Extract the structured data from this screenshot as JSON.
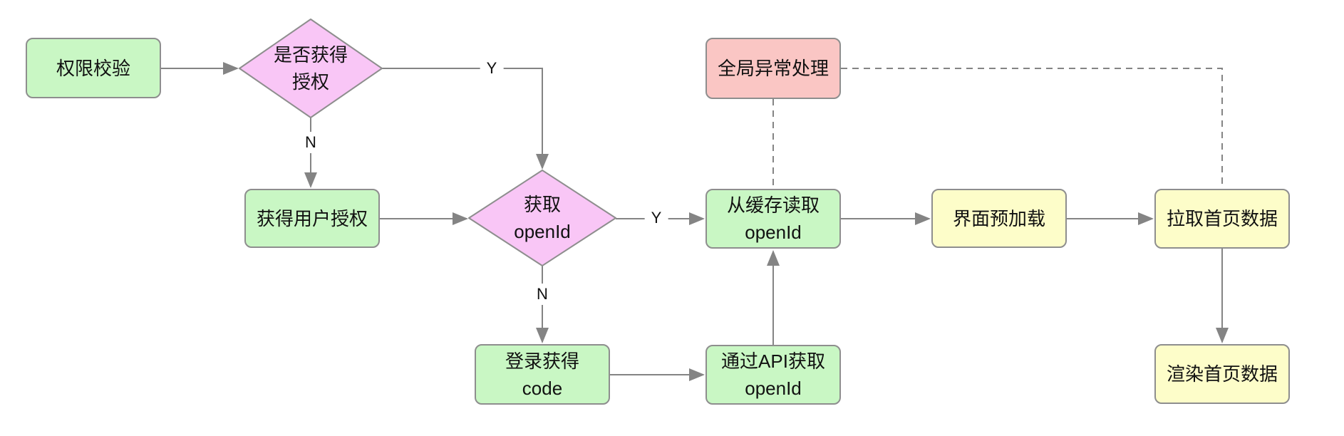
{
  "colors": {
    "process_green": "#c9f7c4",
    "decision_pink": "#f9c6f6",
    "exception_red": "#fac6c4",
    "stage_yellow": "#fdfdc9",
    "border_gray": "#8e8e8e",
    "connector_gray": "#848484"
  },
  "nodes": {
    "permission_check": {
      "label": "权限校验"
    },
    "has_auth_decision": {
      "line1": "是否获得",
      "line2": "授权"
    },
    "get_user_auth": {
      "label": "获得用户授权"
    },
    "get_openid_decision": {
      "line1": "获取",
      "line2": "openId"
    },
    "read_openid_from_cache": {
      "line1": "从缓存读取",
      "line2": "openId"
    },
    "login_get_code": {
      "line1": "登录获得",
      "line2": "code"
    },
    "get_openid_via_api": {
      "line1": "通过API获取",
      "line2": "openId"
    },
    "global_exception_handler": {
      "label": "全局异常处理"
    },
    "ui_preload": {
      "label": "界面预加载"
    },
    "fetch_home_data": {
      "label": "拉取首页数据"
    },
    "render_home_data": {
      "label": "渲染首页数据"
    }
  },
  "edge_labels": {
    "has_auth_yes": "Y",
    "has_auth_no": "N",
    "get_openid_yes": "Y",
    "get_openid_no": "N"
  }
}
